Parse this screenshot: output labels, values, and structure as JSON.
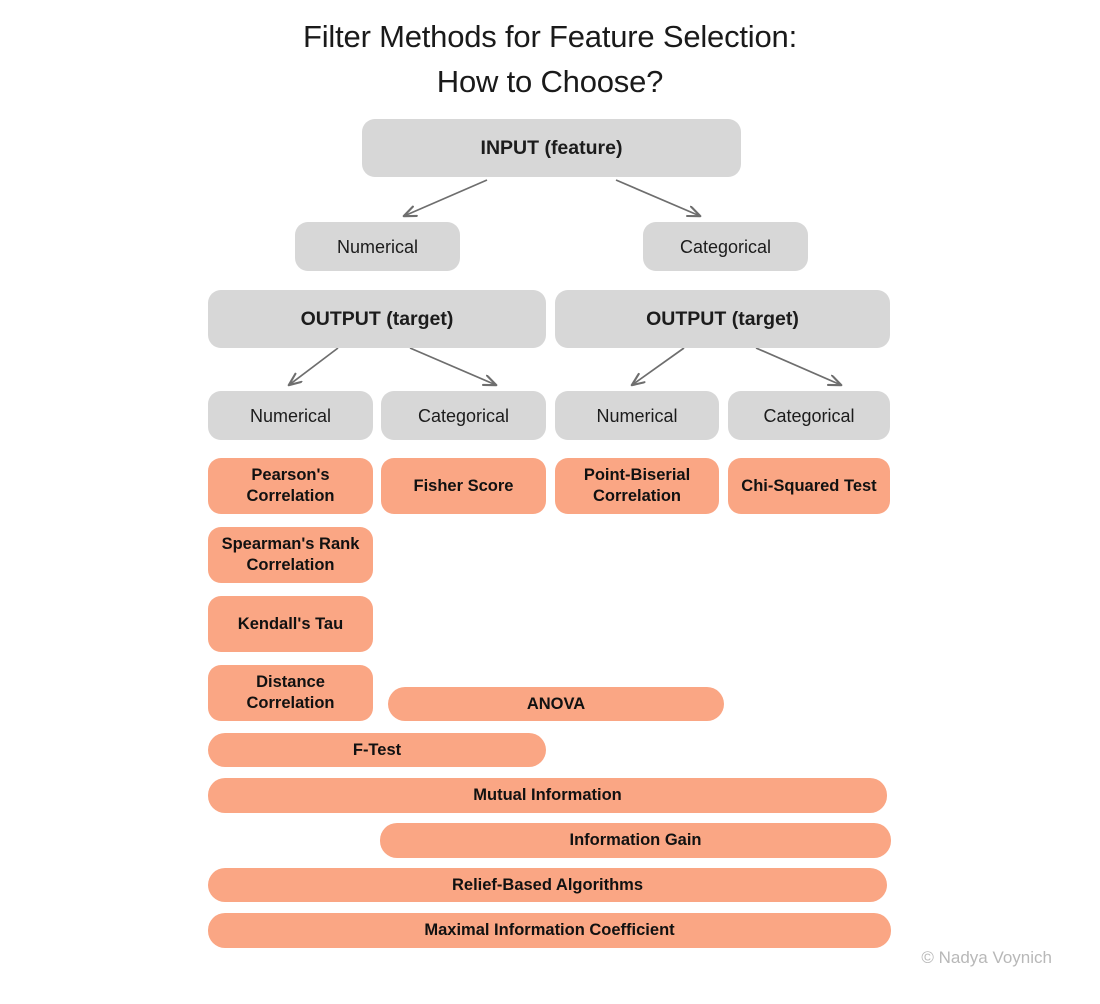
{
  "title": {
    "line1": "Filter Methods for Feature Selection:",
    "line2": "How to Choose?"
  },
  "colors": {
    "background": "#FFFFFF",
    "gray_node": "#D7D7D7",
    "orange_node": "#FAA684",
    "arrow": "#6E6E6E",
    "title_text": "#1A1A1A",
    "credit_text": "#B8B8B8"
  },
  "tree": {
    "root": {
      "label": "INPUT (feature)"
    },
    "input_types": [
      {
        "label": "Numerical"
      },
      {
        "label": "Categorical"
      }
    ],
    "outputs": [
      {
        "label": "OUTPUT (target)"
      },
      {
        "label": "OUTPUT (target)"
      }
    ],
    "output_types": [
      {
        "label": "Numerical"
      },
      {
        "label": "Categorical"
      },
      {
        "label": "Numerical"
      },
      {
        "label": "Categorical"
      }
    ]
  },
  "methods": {
    "column_1": [
      {
        "label": "Pearson's Correlation"
      },
      {
        "label": "Spearman's Rank Correlation"
      },
      {
        "label": "Kendall's Tau"
      },
      {
        "label": "Distance Correlation"
      }
    ],
    "column_2": [
      {
        "label": "Fisher Score"
      }
    ],
    "column_3": [
      {
        "label": "Point-Biserial Correlation"
      }
    ],
    "column_4": [
      {
        "label": "Chi-Squared Test"
      }
    ],
    "spanning": [
      {
        "label": "ANOVA"
      },
      {
        "label": "F-Test"
      },
      {
        "label": "Mutual Information"
      },
      {
        "label": "Information Gain"
      },
      {
        "label": "Relief-Based Algorithms"
      },
      {
        "label": "Maximal Information Coefficient"
      }
    ]
  },
  "credit": "© Nadya Voynich"
}
